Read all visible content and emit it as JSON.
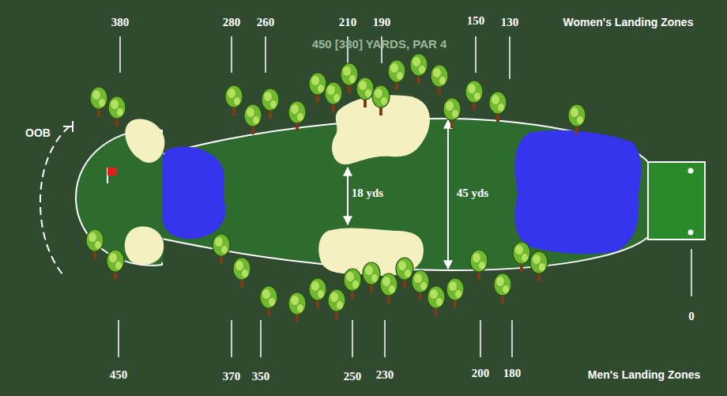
{
  "diagram": {
    "title": "450 [380] YARDS, PAR 4",
    "labels": [
      "380",
      "280",
      "260",
      "210",
      "190",
      "150",
      "130",
      "Women's Landing Zones",
      "OOB",
      "18 yds",
      "45 yds",
      "0",
      "450",
      "370",
      "350",
      "250",
      "230",
      "200",
      "180",
      "Men's Landing Zones"
    ]
  }
}
